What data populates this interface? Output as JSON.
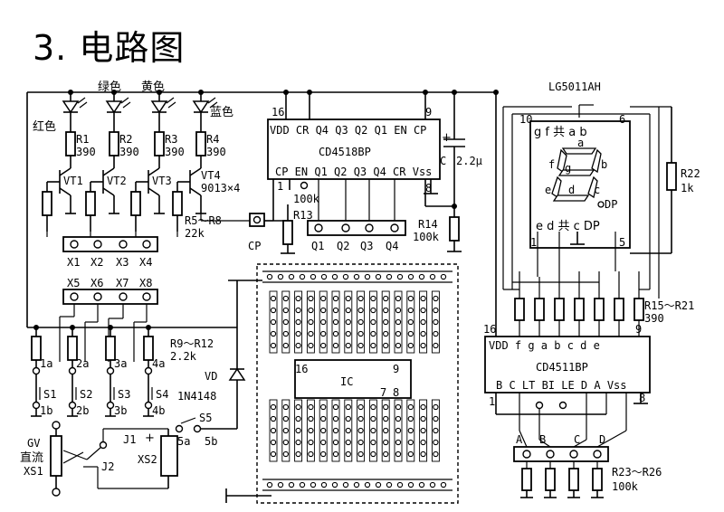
{
  "title": "3. 电路图",
  "leds": {
    "red": "红色",
    "green": "绿色",
    "yellow": "黄色",
    "blue": "蓝色"
  },
  "resistors": {
    "r1": "R1",
    "r2": "R2",
    "r3": "R3",
    "r4": "R4",
    "r1_value": "390",
    "r5_8": "R5～R8",
    "r5_8_value": "22k",
    "r9_12": "R9～R12",
    "r9_12_value": "2.2k",
    "r13": "R13",
    "r13_value": "100k",
    "r14": "R14",
    "r14_value": "100k",
    "r15_21": "R15～R21",
    "r15_21_value": "390",
    "r22": "R22",
    "r22_value": "1k",
    "r23_26": "R23～R26",
    "r23_26_value": "100k"
  },
  "transistors": {
    "vt1": "VT1",
    "vt2": "VT2",
    "vt3": "VT3",
    "vt4": "VT4",
    "vt_type": "9013×4"
  },
  "terminals": {
    "x1": "X1",
    "x2": "X2",
    "x3": "X3",
    "x4": "X4",
    "x5": "X5",
    "x6": "X6",
    "x7": "X7",
    "x8": "X8",
    "cp": "CP",
    "q1": "Q1",
    "q2": "Q2",
    "q3": "Q3",
    "q4": "Q4"
  },
  "switches": {
    "s1": "S1",
    "s2": "S2",
    "s3": "S3",
    "s4": "S4",
    "s5": "S5",
    "s1a": "1a",
    "s1b": "1b",
    "s2a": "2a",
    "s2b": "2b",
    "s3a": "3a",
    "s3b": "3b",
    "s4a": "4a",
    "s4b": "4b",
    "s5a": "5a",
    "s5b": "5b"
  },
  "diode": {
    "name": "VD",
    "type": "1N4148"
  },
  "power": {
    "gv": "GV",
    "dc": "直流",
    "xs1": "XS1",
    "xs2": "XS2",
    "j1": "J1",
    "j2": "J2",
    "plus": "+"
  },
  "cd4518": {
    "name": "CD4518BP",
    "top_pins": "VDD CR Q4 Q3 Q2 Q1 EN CP",
    "bottom_pins": "CP EN Q1 Q2 Q3 Q4 CR Vss",
    "pin16": "16",
    "pin9": "9",
    "pin1": "1",
    "pin8": "8"
  },
  "capacitor": {
    "name": "C",
    "value": "2.2μ"
  },
  "display": {
    "model": "LG5011AH",
    "top_pins": "g  f  共  a  b",
    "bottom_pins": "e  d  共  c  DP",
    "seg_a": "a",
    "seg_b": "b",
    "seg_c": "c",
    "seg_d": "d",
    "seg_e": "e",
    "seg_f": "f",
    "seg_g": "g",
    "seg_dp": "DP",
    "pin10": "10",
    "pin6": "6",
    "pin1": "1",
    "pin5": "5"
  },
  "cd4511": {
    "name": "CD4511BP",
    "top_pins": "VDD  f   g   a   b   c   d   e",
    "bottom_pins": "B   C  LT  BI  LE  D   A  Vss",
    "pin16": "16",
    "pin9": "9",
    "pin1": "1",
    "pin8": "8"
  },
  "abcd": {
    "a": "A",
    "b": "B",
    "c": "C",
    "d": "D"
  },
  "breadboard": {
    "ic": "IC",
    "pin16": "16",
    "pin9": "9",
    "pin7": "7",
    "pin8": "8"
  }
}
